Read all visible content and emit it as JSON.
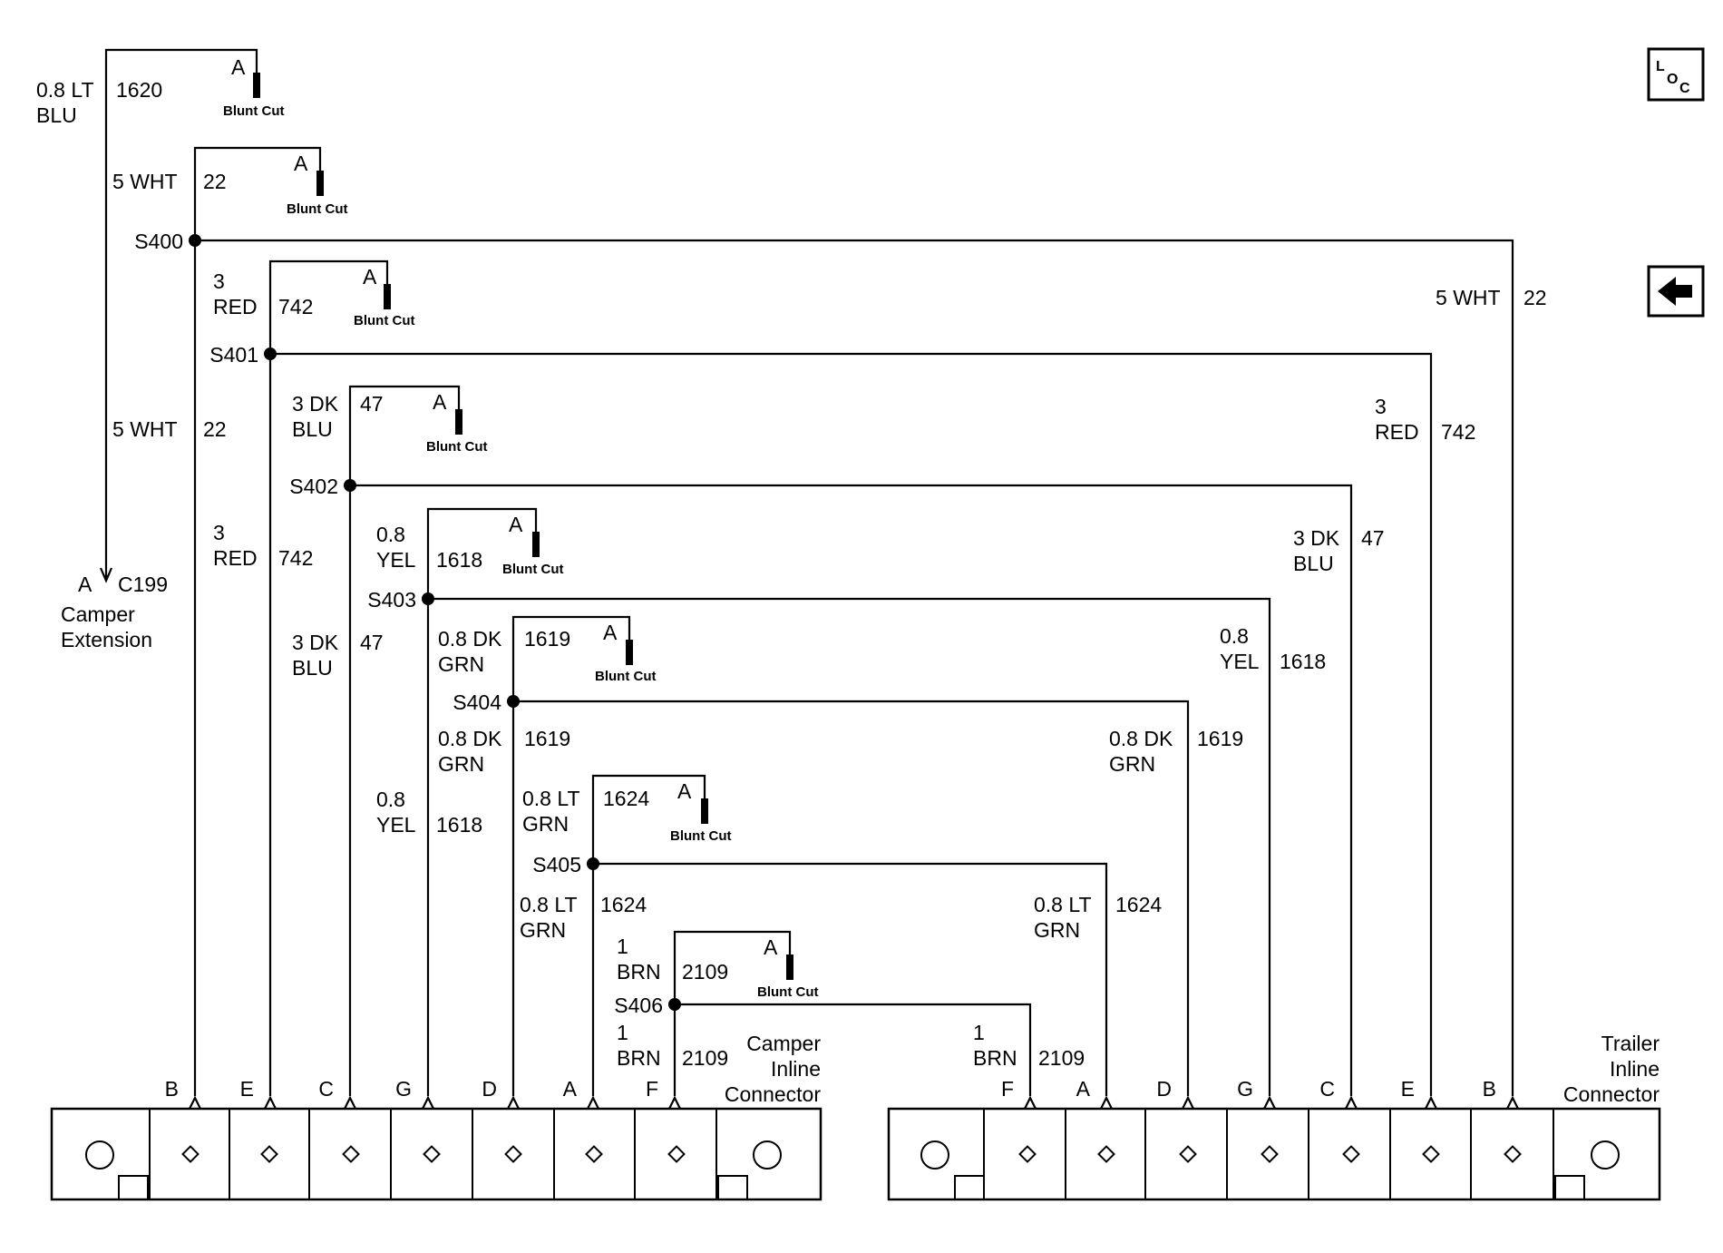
{
  "colors": {
    "ink": "#000000",
    "paper": "#ffffff"
  },
  "icons": {
    "loc": "loc-icon",
    "back": "back-arrow-icon"
  },
  "loc_icon": {
    "top": "L",
    "mid": "O",
    "sub": "C"
  },
  "blunt_label": "Blunt Cut",
  "blunt_pin": "A",
  "c199": {
    "pin": "A",
    "name": "C199",
    "line1": "Camper",
    "line2": "Extension"
  },
  "wires": [
    {
      "size": "0.8 LT",
      "color": "BLU",
      "circuit": "1620"
    },
    {
      "size": "5",
      "color": "WHT",
      "circuit": "22"
    },
    {
      "size": "3",
      "color": "RED",
      "circuit": "742"
    },
    {
      "size": "3 DK",
      "color": "BLU",
      "circuit": "47"
    },
    {
      "size": "0.8",
      "color": "YEL",
      "circuit": "1618"
    },
    {
      "size": "0.8 DK",
      "color": "GRN",
      "circuit": "1619"
    },
    {
      "size": "0.8 LT",
      "color": "GRN",
      "circuit": "1624"
    },
    {
      "size": "1",
      "color": "BRN",
      "circuit": "2109"
    }
  ],
  "splices": [
    "S400",
    "S401",
    "S402",
    "S403",
    "S404",
    "S405",
    "S406"
  ],
  "camper_connector": {
    "line1": "Camper",
    "line2": "Inline",
    "line3": "Connector",
    "pins": [
      "B",
      "E",
      "C",
      "G",
      "D",
      "A",
      "F"
    ]
  },
  "trailer_connector": {
    "line1": "Trailer",
    "line2": "Inline",
    "line3": "Connector",
    "pins": [
      "F",
      "A",
      "D",
      "G",
      "C",
      "E",
      "B"
    ]
  }
}
